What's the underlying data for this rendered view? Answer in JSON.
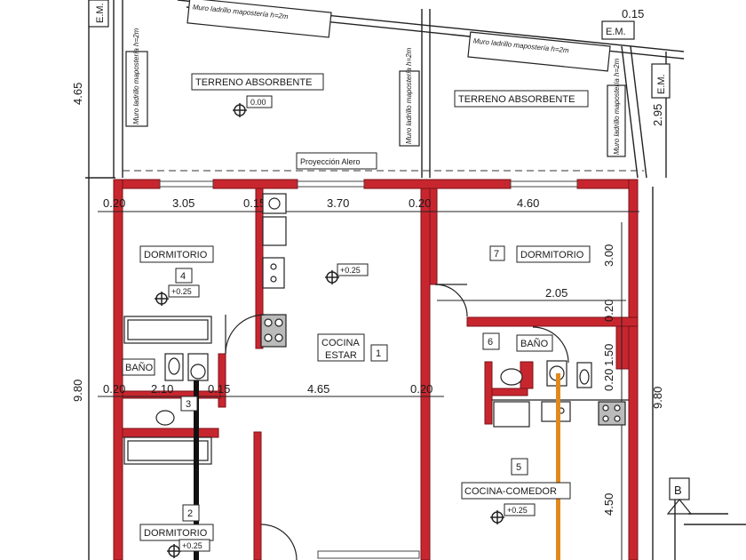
{
  "colors": {
    "wall": "#c8262f",
    "wall_edge": "#7a1117",
    "line": "#222222",
    "drain_orange": "#e08a1e"
  },
  "site": {
    "em_left": "E.M.",
    "em_top": "E.M.",
    "em_right": "E.M.",
    "dim_0_15": "0.15",
    "dim_4_65": "4.65",
    "dim_2_95": "2.95",
    "dim_9_80_left": "9.80",
    "dim_9_80_right": "9.80",
    "wall_note_1": "Muro ladrillo mapostería h=2m",
    "wall_note_2": "Muro ladrillo mapostería h=2m",
    "wall_note_v1": "Muro ladrillo mapostería h=2m",
    "wall_note_v2": "Muro ladrillo mapostería h=2m",
    "wall_note_v3": "Muro ladrillo mapostería h=2m",
    "terreno_1": "TERRENO ABSORBENTE",
    "terreno_2": "TERRENO ABSORBENTE",
    "level_0": "0.00",
    "proyeccion": "Proyección Alero",
    "section_mark": "B"
  },
  "dims": {
    "top_row": [
      "0.20",
      "3.05",
      "0.15",
      "3.70",
      "0.20",
      "4.60"
    ],
    "mid_row": [
      "0.20",
      "2.10",
      "0.15",
      "4.65",
      "0.20"
    ],
    "d_3_00": "3.00",
    "d_2_05": "2.05",
    "d_0_20": "0.20",
    "d_1_50": "1.50",
    "d_0_20b": "0.20",
    "d_4_50": "4.50"
  },
  "rooms": {
    "dorm_4": {
      "name": "DORMITORIO",
      "num": "4",
      "level": "+0.25"
    },
    "cocina_estar": {
      "name1": "COCINA",
      "name2": "ESTAR",
      "num": "1",
      "level": "+0.25"
    },
    "dorm_7": {
      "name": "DORMITORIO",
      "num": "7"
    },
    "bano_6": {
      "name": "BAÑO",
      "num": "6"
    },
    "bano_3": {
      "name": "BAÑO",
      "num": "3"
    },
    "cocina_comedor": {
      "name": "COCINA-COMEDOR",
      "num": "5",
      "level": "+0.25"
    },
    "dorm_2": {
      "name": "DORMITORIO",
      "num": "2",
      "level": "+0.25"
    }
  }
}
